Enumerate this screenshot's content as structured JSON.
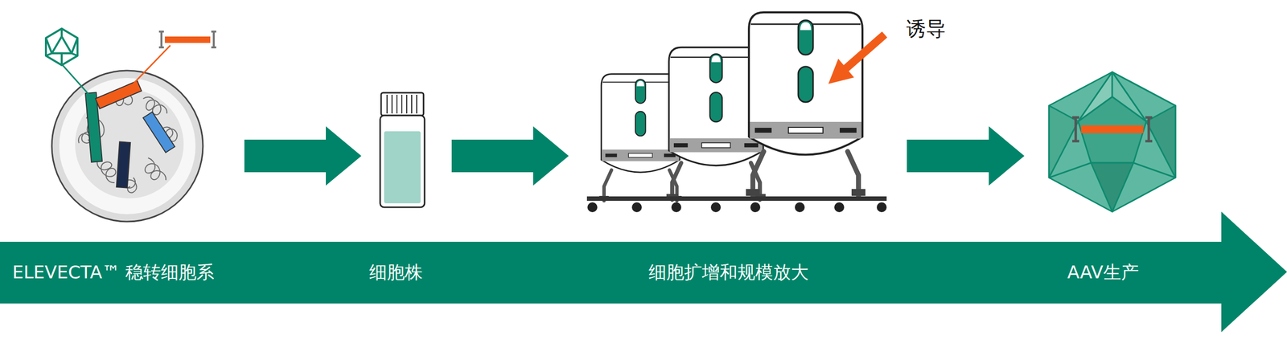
{
  "diagram": {
    "nodes": [
      {
        "text": [
          "ELEVECTA™ 稳转细胞系",
          "细胞株",
          "细胞扩增和规模放大",
          "AAV生产"
        ]
      }
    ],
    "labels": [
      "诱导"
    ]
  }
}
